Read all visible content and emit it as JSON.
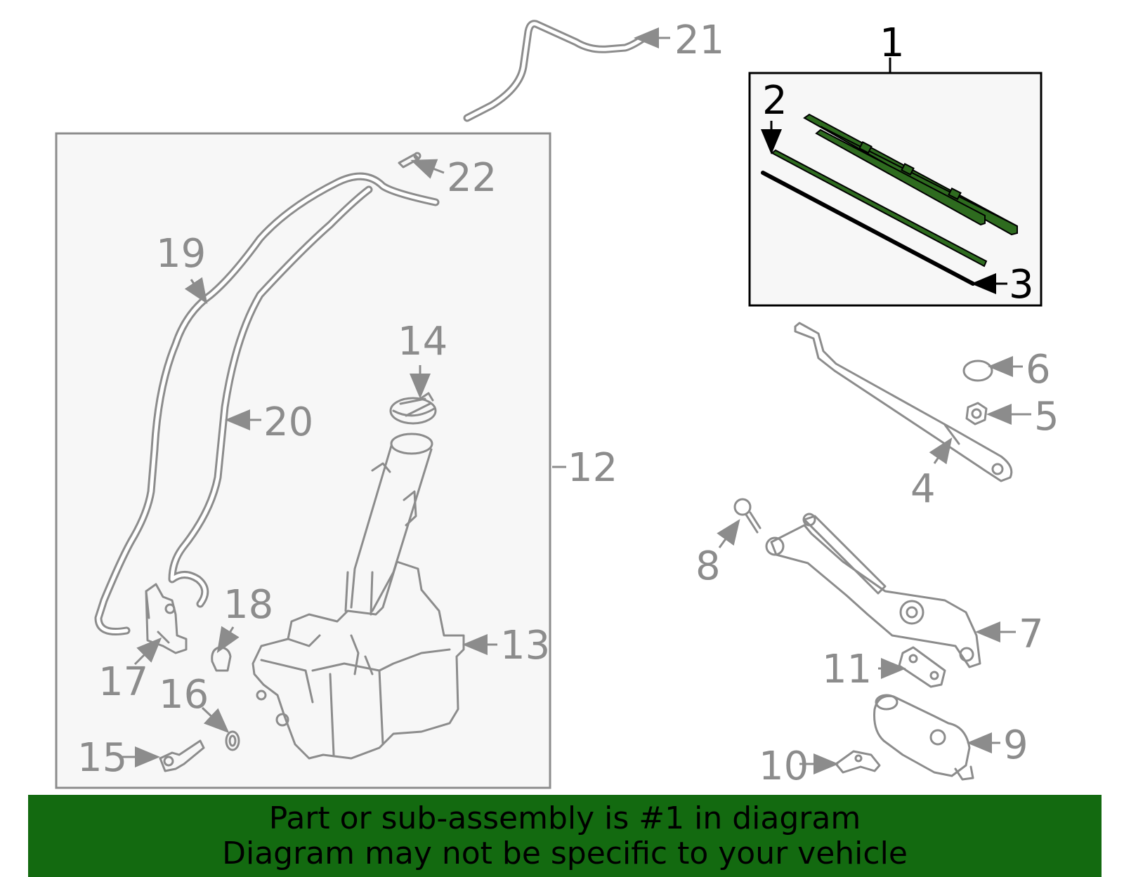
{
  "colors": {
    "highlight_part": "#2e6b1f",
    "line_art": "#8c8c8c",
    "callout_primary": "#000000",
    "banner_bg": "#136a10",
    "assembly_box_fill": "#f7f7f7"
  },
  "callouts": [
    {
      "id": "1",
      "label": "1",
      "highlighted": true
    },
    {
      "id": "2",
      "label": "2",
      "highlighted": true
    },
    {
      "id": "3",
      "label": "3",
      "highlighted": true
    },
    {
      "id": "4",
      "label": "4",
      "highlighted": false
    },
    {
      "id": "5",
      "label": "5",
      "highlighted": false
    },
    {
      "id": "6",
      "label": "6",
      "highlighted": false
    },
    {
      "id": "7",
      "label": "7",
      "highlighted": false
    },
    {
      "id": "8",
      "label": "8",
      "highlighted": false
    },
    {
      "id": "9",
      "label": "9",
      "highlighted": false
    },
    {
      "id": "10",
      "label": "10",
      "highlighted": false
    },
    {
      "id": "11",
      "label": "11",
      "highlighted": false
    },
    {
      "id": "12",
      "label": "12",
      "highlighted": false
    },
    {
      "id": "13",
      "label": "13",
      "highlighted": false
    },
    {
      "id": "14",
      "label": "14",
      "highlighted": false
    },
    {
      "id": "15",
      "label": "15",
      "highlighted": false
    },
    {
      "id": "16",
      "label": "16",
      "highlighted": false
    },
    {
      "id": "17",
      "label": "17",
      "highlighted": false
    },
    {
      "id": "18",
      "label": "18",
      "highlighted": false
    },
    {
      "id": "19",
      "label": "19",
      "highlighted": false
    },
    {
      "id": "20",
      "label": "20",
      "highlighted": false
    },
    {
      "id": "21",
      "label": "21",
      "highlighted": false
    },
    {
      "id": "22",
      "label": "22",
      "highlighted": false
    }
  ],
  "banner": {
    "line1": "Part or sub-assembly is #1 in diagram",
    "line2": "Diagram may not be specific to your vehicle"
  }
}
